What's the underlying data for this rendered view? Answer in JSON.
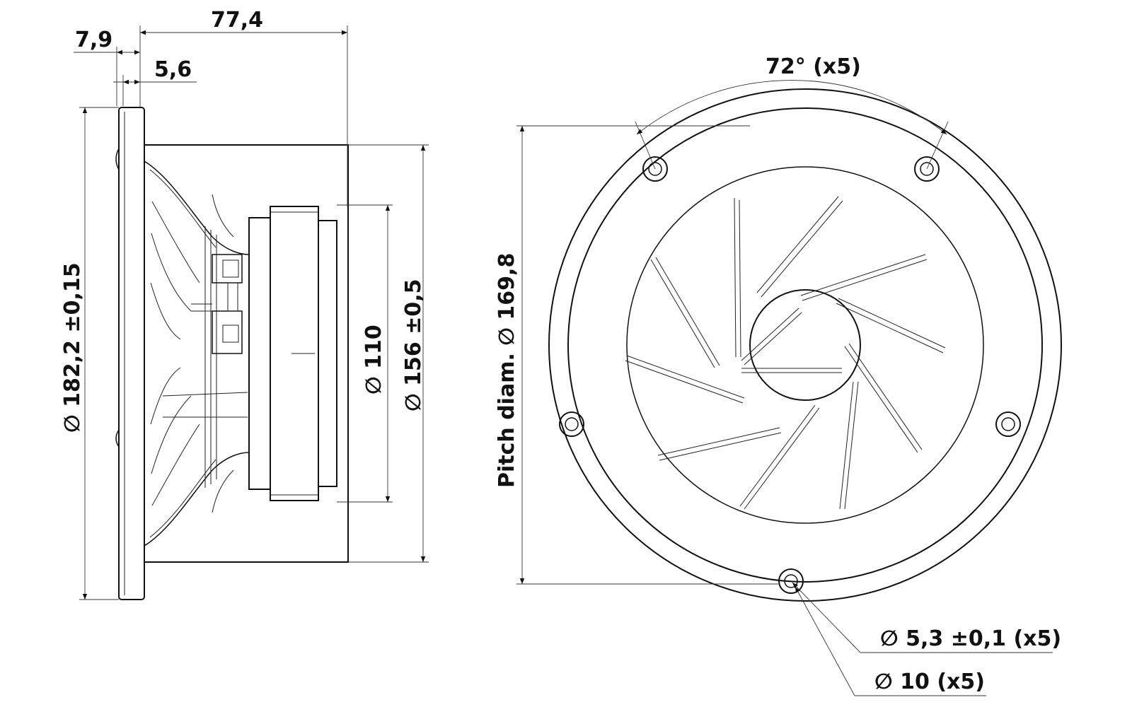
{
  "side_view": {
    "overall_depth": "77,4",
    "flange_thickness": "7,9",
    "flange_to_frame": "5,6",
    "outer_diameter": "∅ 182,2 ±0,15",
    "magnet_diameter": "∅ 110",
    "frame_diameter": "∅ 156 ±0,5"
  },
  "front_view": {
    "hole_angle": "72° (x5)",
    "pitch_diameter": "Pitch diam.  ∅ 169,8",
    "hole_diameter": "∅ 5,3 ±0,1 (x5)",
    "counterbore_diameter": "∅ 10 (x5)"
  }
}
